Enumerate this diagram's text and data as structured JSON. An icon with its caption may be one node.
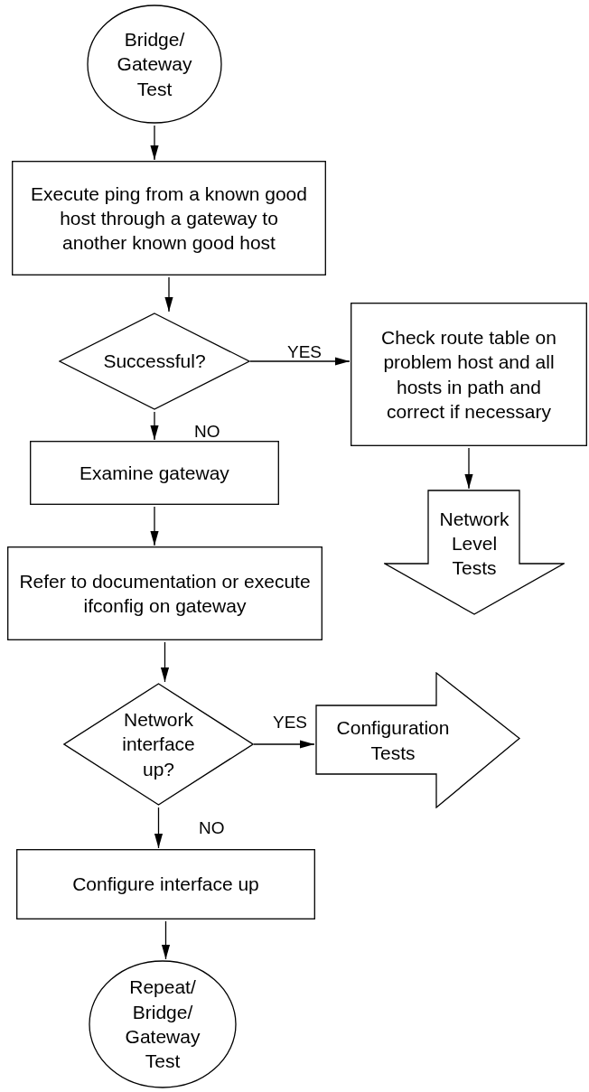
{
  "diagram": {
    "nodes": [
      {
        "text": [
          "Bridge/ Gateway Test"
        ]
      },
      {
        "text": [
          "Execute ping from a known good host through a gateway to another known good host"
        ]
      },
      {
        "text": [
          "Successful?"
        ]
      },
      {
        "text": [
          "Check route table on problem host and all hosts in path and correct if necessary"
        ]
      },
      {
        "text": [
          "Network Level Tests"
        ]
      },
      {
        "text": [
          "Examine gateway"
        ]
      },
      {
        "text": [
          "Refer to documentation or execute ifconfig on gateway"
        ]
      },
      {
        "text": [
          "Network interface up?"
        ]
      },
      {
        "text": [
          "Configuration Tests"
        ]
      },
      {
        "text": [
          "Configure interface up"
        ]
      },
      {
        "text": [
          "Repeat/ Bridge/ Gateway Test"
        ]
      }
    ],
    "edges": [
      {
        "from": 0,
        "to": 1,
        "arrow": "to"
      },
      {
        "from": 1,
        "to": 2,
        "arrow": "to"
      },
      {
        "from": 2,
        "to": 3,
        "arrow": "to",
        "label": "YES"
      },
      {
        "from": 2,
        "to": 5,
        "arrow": "to",
        "label": "NO"
      },
      {
        "from": 3,
        "to": 4,
        "arrow": "to"
      },
      {
        "from": 5,
        "to": 6,
        "arrow": "to"
      },
      {
        "from": 6,
        "to": 7,
        "arrow": "to"
      },
      {
        "from": 7,
        "to": 8,
        "arrow": "to",
        "label": "YES"
      },
      {
        "from": 7,
        "to": 9,
        "arrow": "to",
        "label": "NO"
      },
      {
        "from": 9,
        "to": 10,
        "arrow": "to"
      }
    ]
  }
}
